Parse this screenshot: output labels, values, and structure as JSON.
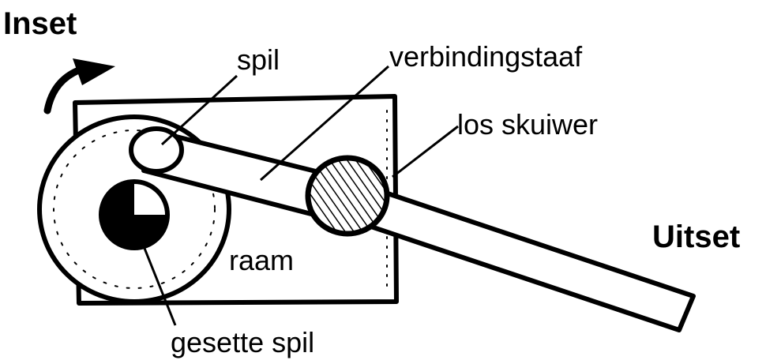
{
  "labels": {
    "inset": "Inset",
    "uitset": "Uitset",
    "spil": "spil",
    "verbindingstaaf": "verbindingstaaf",
    "los_skuiwer": "los skuiwer",
    "raam": "raam",
    "gesette_spil": "gesette spil"
  },
  "colors": {
    "ink": "#000000",
    "paper": "#ffffff"
  }
}
